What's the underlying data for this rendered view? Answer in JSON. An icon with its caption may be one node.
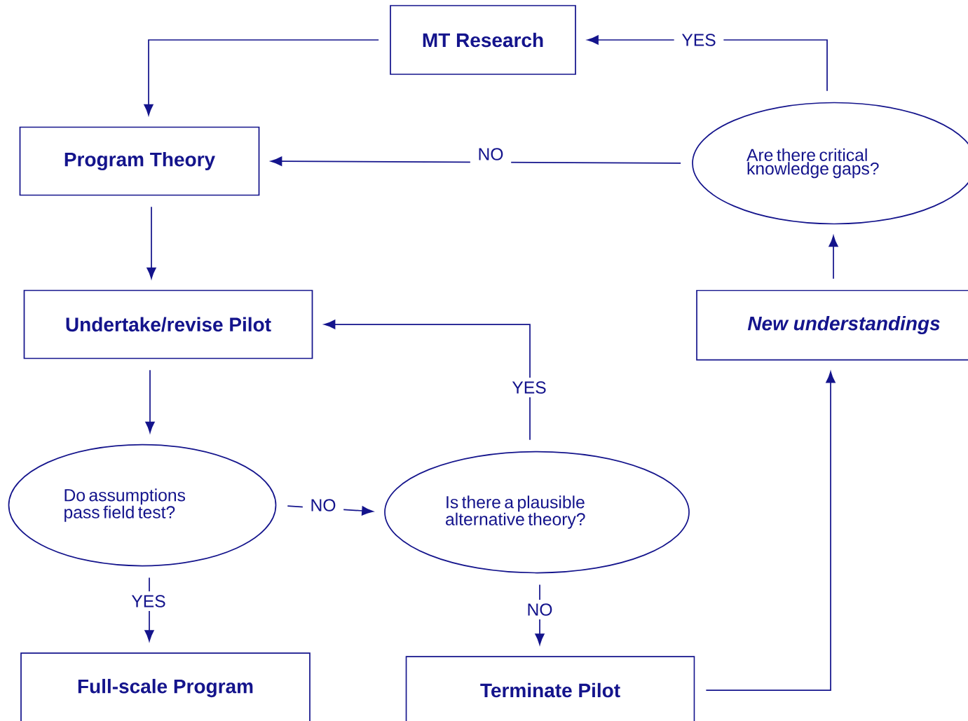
{
  "diagram": {
    "nodes": [
      {
        "text": [
          "MT Research"
        ]
      },
      {
        "text": [
          "Program Theory"
        ]
      },
      {
        "text": [
          "Are there critical knowledge gaps?"
        ]
      },
      {
        "text": [
          "Undertake/revise Pilot"
        ]
      },
      {
        "text": [
          "New understandings"
        ]
      },
      {
        "text": [
          "Do assumptions pass field test?"
        ]
      },
      {
        "text": [
          "Is there a plausible alternative theory?"
        ]
      },
      {
        "text": [
          "Full-scale Program"
        ]
      },
      {
        "text": [
          "Terminate Pilot"
        ]
      }
    ],
    "edges": [
      {
        "from": 0,
        "to": 1,
        "arrow": "to"
      },
      {
        "from": 1,
        "to": 3,
        "arrow": "to"
      },
      {
        "from": 3,
        "to": 5,
        "arrow": "to"
      },
      {
        "from": 5,
        "to": 6,
        "arrow": "to",
        "label": "NO"
      },
      {
        "from": 5,
        "to": 7,
        "arrow": "to",
        "label": "YES"
      },
      {
        "from": 6,
        "to": 3,
        "arrow": "to",
        "label": "YES"
      },
      {
        "from": 6,
        "to": 8,
        "arrow": "to",
        "label": "NO"
      },
      {
        "from": 8,
        "to": 4,
        "arrow": "to"
      },
      {
        "from": 4,
        "to": 2,
        "arrow": "to"
      },
      {
        "from": 2,
        "to": 0,
        "arrow": "to",
        "label": "YES"
      },
      {
        "from": 2,
        "to": 1,
        "arrow": "to",
        "label": "NO"
      }
    ]
  }
}
